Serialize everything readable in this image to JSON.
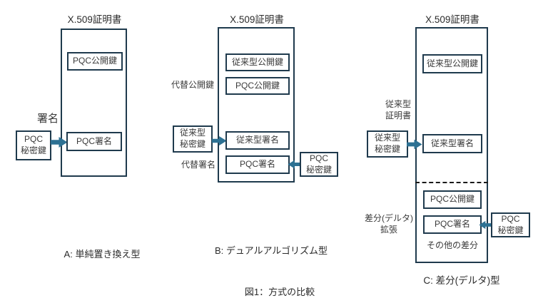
{
  "colors": {
    "bg": "#ffffff",
    "border": "#1f3a4d",
    "arrow": "#2d7193",
    "text": "#3a3a3a"
  },
  "figure_caption": "図1：方式の比較",
  "diagram_a": {
    "title": "X.509証明書",
    "caption": "A: 単純置き換え型",
    "public_key_box": "PQC公開鍵",
    "signature_box": "PQC署名",
    "sign_label": "署名",
    "private_key_box": "PQC\n秘密鍵"
  },
  "diagram_b": {
    "title": "X.509証明書",
    "caption": "B: デュアルアルゴリズム型",
    "classical_public_key_box": "従来型公開鍵",
    "pqc_public_key_box": "PQC公開鍵",
    "alt_public_key_label": "代替公開鍵",
    "classical_private_key_box": "従来型\n秘密鍵",
    "classical_signature_box": "従来型署名",
    "alt_signature_label": "代替署名",
    "pqc_signature_box": "PQC署名",
    "pqc_private_key_box": "PQC\n秘密鍵"
  },
  "diagram_c": {
    "title": "X.509証明書",
    "caption": "C: 差分(デルタ)型",
    "classical_public_key_box": "従来型公開鍵",
    "classical_cert_label": "従来型\n証明書",
    "classical_private_key_box": "従来型\n秘密鍵",
    "classical_signature_box": "従来型署名",
    "pqc_public_key_box": "PQC公開鍵",
    "delta_extension_label": "差分(デルタ)\n拡張",
    "pqc_signature_box": "PQC署名",
    "pqc_private_key_box": "PQC\n秘密鍵",
    "other_delta_label": "その他の差分"
  }
}
